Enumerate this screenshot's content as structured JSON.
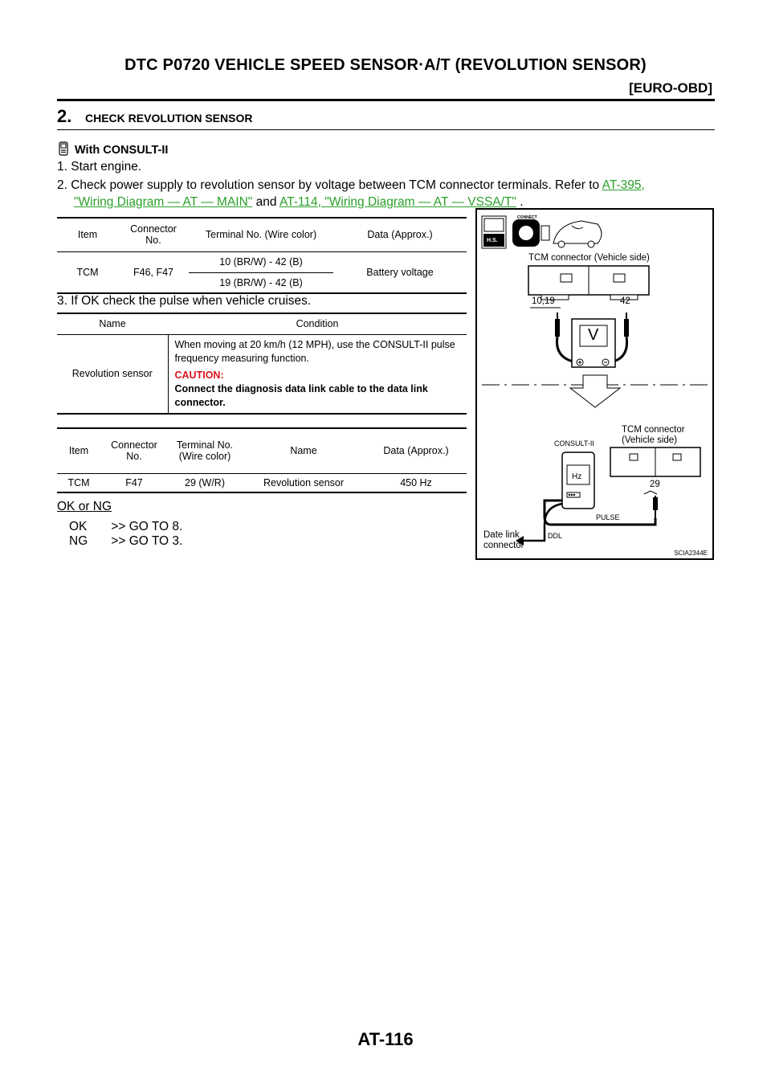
{
  "header": {
    "title": "DTC P0720 VEHICLE SPEED SENSOR·A/T (REVOLUTION SENSOR)",
    "section": "[EURO-OBD]"
  },
  "step": {
    "number": "2.",
    "title": "CHECK REVOLUTION SENSOR"
  },
  "with_label": "With CONSULT-II",
  "instructions": {
    "i1": "1.    Start engine.",
    "i2_prefix": "2.  Check power supply to revolution sensor by voltage between TCM connector terminals. Refer to",
    "i2_link1a": "AT-395,",
    "i2_link1b": "\"Wiring Diagram — AT — MAIN\"",
    "i2_and": "and",
    "i2_link2": "AT-114, \"Wiring Diagram — AT — VSSA/T\"",
    "i2_end": ".",
    "i3": "3.    If OK check the pulse when vehicle cruises."
  },
  "table1": {
    "headers": [
      "Item",
      "Connector No.",
      "Terminal No. (Wire color)",
      "Data (Approx.)"
    ],
    "item": "TCM",
    "connector": "F46, F47",
    "terminals": [
      "10 (BR/W) - 42 (B)",
      "19 (BR/W) - 42 (B)"
    ],
    "data": "Battery voltage"
  },
  "table2": {
    "headers": [
      "Name",
      "Condition"
    ],
    "name": "Revolution sensor",
    "condition": "When moving at 20 km/h (12 MPH), use the CONSULT-II pulse frequency measuring function.",
    "caution_label": "CAUTION:",
    "caution_text": "Connect the diagnosis data link cable to the data link connector."
  },
  "table3": {
    "headers": [
      "Item",
      "Connector No.",
      "Terminal No. (Wire color)",
      "Name",
      "Data (Approx.)"
    ],
    "row": [
      "TCM",
      "F47",
      "29 (W/R)",
      "Revolution sensor",
      "450 Hz"
    ]
  },
  "result": {
    "label": "OK or NG",
    "ok": "OK",
    "ok_action": ">> GO TO 8.",
    "ng": "NG",
    "ng_action": ">> GO TO 3."
  },
  "figure": {
    "connect": "CONNECT",
    "hs": "H.S.",
    "tcm1": "TCM connector (Vehicle side)",
    "pin1019": "10,19",
    "pin42": "42",
    "meter_v": "V",
    "consult": "CONSULT-II",
    "hz": "Hz",
    "tcm2a": "TCM connector",
    "tcm2b": "(Vehicle side)",
    "pin29": "29",
    "pulse": "PULSE",
    "ddl": "DDL",
    "dlc_a": "Date link",
    "dlc_b": "connector",
    "code": "SCIA2344E"
  },
  "footer": {
    "page": "AT-116"
  },
  "colors": {
    "link": "#2aa02a",
    "caution": "#d9141b"
  }
}
